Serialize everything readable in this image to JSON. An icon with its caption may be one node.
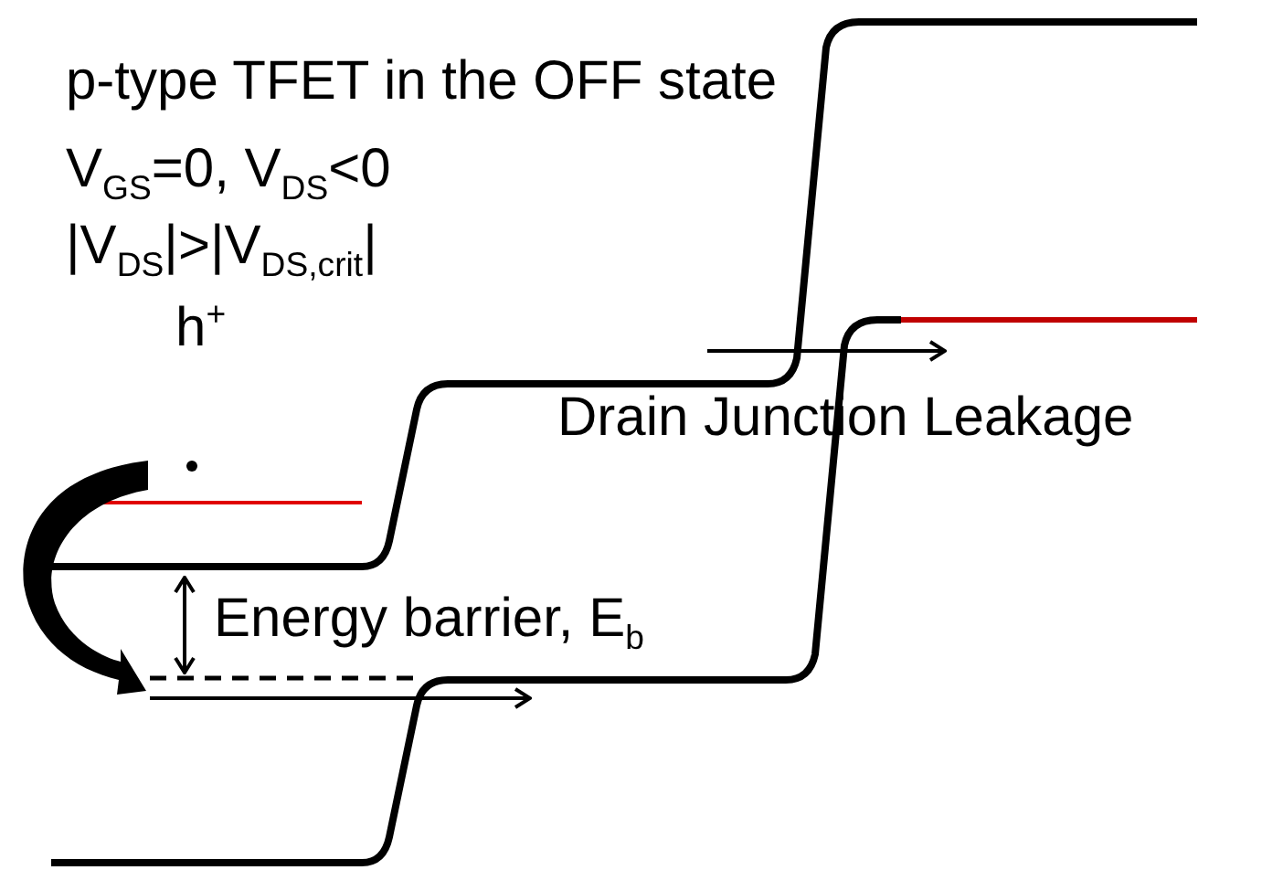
{
  "diagram": {
    "labels": [
      "p-type TFET in the OFF state",
      "V$_{GS}$=0, V$_{DS}$<0",
      "|V$_{DS}$|>|V$_{DS,crit}$|",
      "h$^{+}$",
      "Energy barrier, E$_{b}$",
      "Drain Junction Leakage"
    ]
  }
}
